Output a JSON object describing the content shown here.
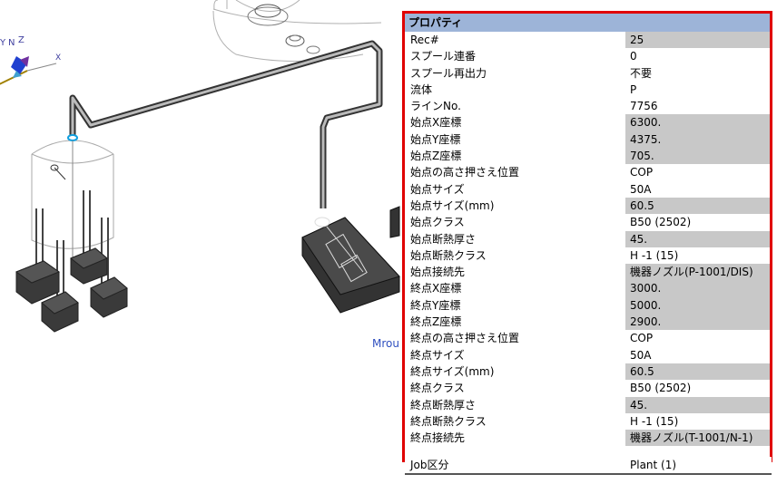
{
  "viewport": {
    "axes": {
      "y_label": "Y",
      "n_label": "N",
      "z_label": "Z",
      "x_label": "X"
    },
    "overlay_text": "Mrou"
  },
  "properties": {
    "title": "プロパティ",
    "rows": [
      {
        "name": "Rec#",
        "value": "25",
        "shaded": true
      },
      {
        "name": "スプール連番",
        "value": "0",
        "shaded": false
      },
      {
        "name": "スプール再出力",
        "value": "不要",
        "shaded": false
      },
      {
        "name": "流体",
        "value": "P",
        "shaded": false
      },
      {
        "name": "ラインNo.",
        "value": "7756",
        "shaded": false
      },
      {
        "name": "始点X座標",
        "value": "6300.",
        "shaded": true
      },
      {
        "name": "始点Y座標",
        "value": "4375.",
        "shaded": true
      },
      {
        "name": "始点Z座標",
        "value": "705.",
        "shaded": true
      },
      {
        "name": "始点の高さ押さえ位置",
        "value": "COP",
        "shaded": false
      },
      {
        "name": "始点サイズ",
        "value": "50A",
        "shaded": false
      },
      {
        "name": "始点サイズ(mm)",
        "value": "60.5",
        "shaded": true
      },
      {
        "name": "始点クラス",
        "value": "B50 (2502)",
        "shaded": false
      },
      {
        "name": "始点断熱厚さ",
        "value": "45.",
        "shaded": true
      },
      {
        "name": "始点断熱クラス",
        "value": "H -1 (15)",
        "shaded": false
      },
      {
        "name": "始点接続先",
        "value": "機器ノズル(P-1001/DIS)",
        "shaded": true
      },
      {
        "name": "終点X座標",
        "value": "3000.",
        "shaded": true
      },
      {
        "name": "終点Y座標",
        "value": "5000.",
        "shaded": true
      },
      {
        "name": "終点Z座標",
        "value": "2900.",
        "shaded": true
      },
      {
        "name": "終点の高さ押さえ位置",
        "value": "COP",
        "shaded": false
      },
      {
        "name": "終点サイズ",
        "value": "50A",
        "shaded": false
      },
      {
        "name": "終点サイズ(mm)",
        "value": "60.5",
        "shaded": true
      },
      {
        "name": "終点クラス",
        "value": "B50 (2502)",
        "shaded": false
      },
      {
        "name": "終点断熱厚さ",
        "value": "45.",
        "shaded": true
      },
      {
        "name": "終点断熱クラス",
        "value": "H -1 (15)",
        "shaded": false
      },
      {
        "name": "終点接続先",
        "value": "機器ノズル(T-1001/N-1)",
        "shaded": true
      }
    ],
    "extra_row": {
      "name": "Job区分",
      "value": "Plant (1)"
    }
  },
  "colors": {
    "highlight_border": "#e00000",
    "header_bg": "#9db4d8",
    "shaded_cell": "#c8c8c8"
  }
}
